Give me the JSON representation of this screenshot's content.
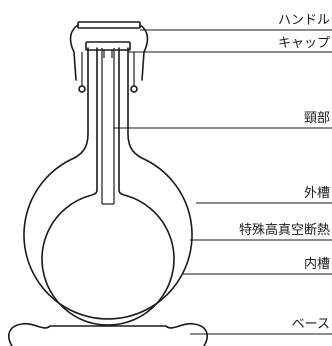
{
  "labels": {
    "handle": "ハンドル",
    "cap": "キャップ",
    "neck": "頸部",
    "outer_tank": "外槽",
    "vacuum_insulation": "特殊高真空断熱",
    "inner_tank": "内槽",
    "base": "ベース"
  }
}
